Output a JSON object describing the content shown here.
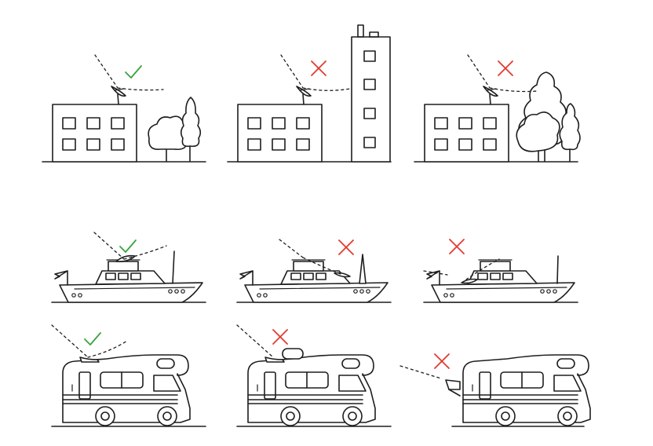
{
  "colors": {
    "ok": "#3aa23f",
    "blocked": "#e23a30",
    "line": "#1e1e1e"
  },
  "rows": [
    {
      "subject": "building",
      "panels": [
        {
          "status": "ok",
          "obstruction": "none"
        },
        {
          "status": "blocked",
          "obstruction": "tall-building"
        },
        {
          "status": "blocked",
          "obstruction": "trees"
        }
      ]
    },
    {
      "subject": "boat",
      "panels": [
        {
          "status": "ok",
          "obstruction": "none"
        },
        {
          "status": "blocked",
          "obstruction": "mast"
        },
        {
          "status": "blocked",
          "obstruction": "flag-mast"
        }
      ]
    },
    {
      "subject": "rv",
      "panels": [
        {
          "status": "ok",
          "obstruction": "none"
        },
        {
          "status": "blocked",
          "obstruction": "roof-unit"
        },
        {
          "status": "blocked",
          "obstruction": "rv-body"
        }
      ]
    }
  ]
}
